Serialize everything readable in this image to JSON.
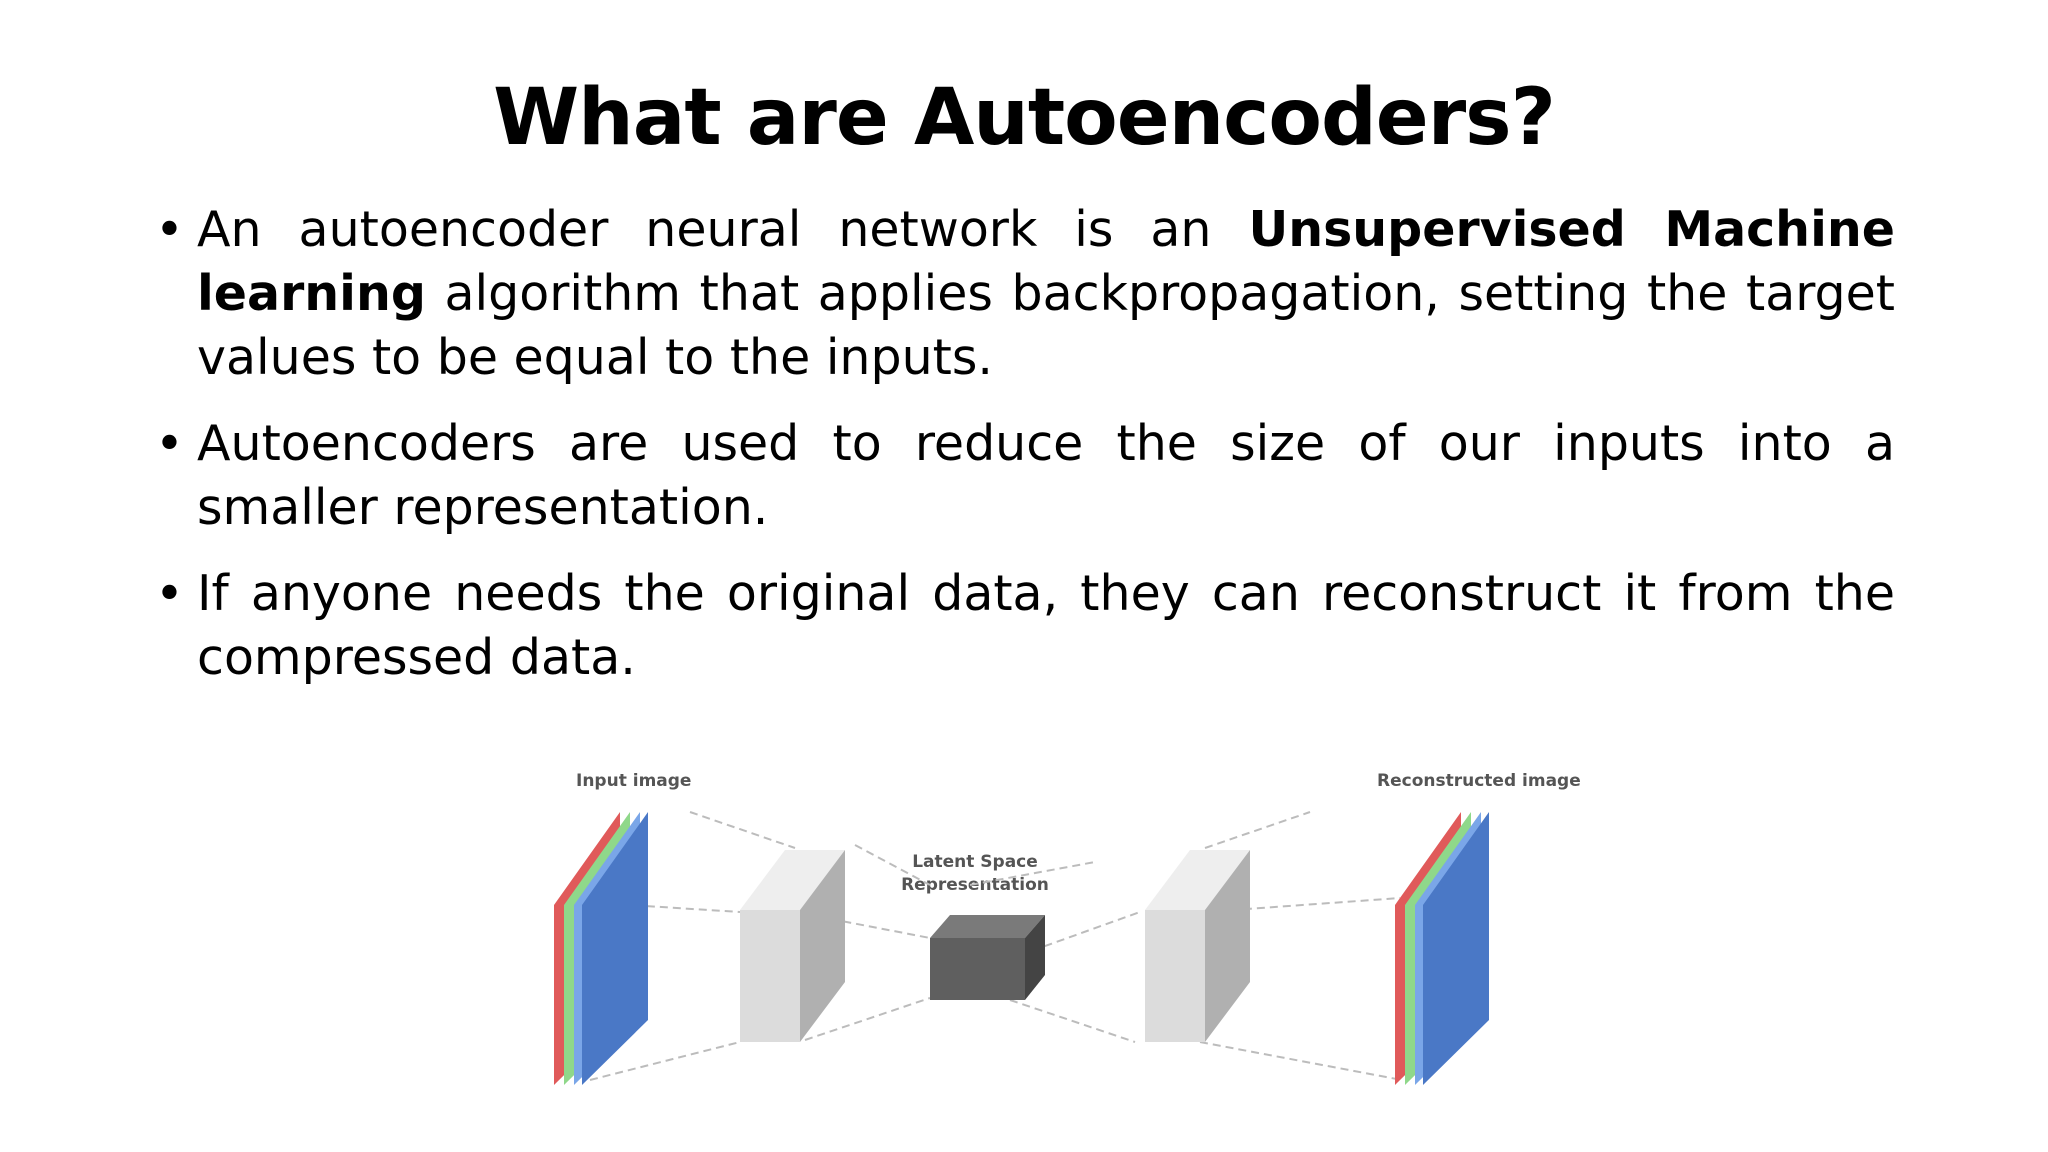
{
  "slide": {
    "title": "What are Autoencoders?",
    "bullets": [
      {
        "before": "An autoencoder neural network is an ",
        "bold": "Unsupervised Machine learning",
        "after": " algorithm that applies backpropagation, setting the target values to be equal to the inputs."
      },
      {
        "text": "Autoencoders are used to reduce the size of our inputs into a smaller representation."
      },
      {
        "text": "If anyone needs the original data, they can reconstruct it from the compressed data."
      }
    ],
    "bullet_symbol": "•"
  },
  "figure": {
    "input_label": "Input image",
    "latent_label_line1": "Latent Space",
    "latent_label_line2": "Representation",
    "output_label": "Reconstructed image",
    "colors": {
      "red": "#e05a5a",
      "green": "#8fd88a",
      "blue_light": "#7aa6e8",
      "blue": "#4a78c6",
      "block_light": "#dcdcdc",
      "block_mid": "#b0b0b0",
      "latent_dark": "#5f5f5f"
    }
  }
}
